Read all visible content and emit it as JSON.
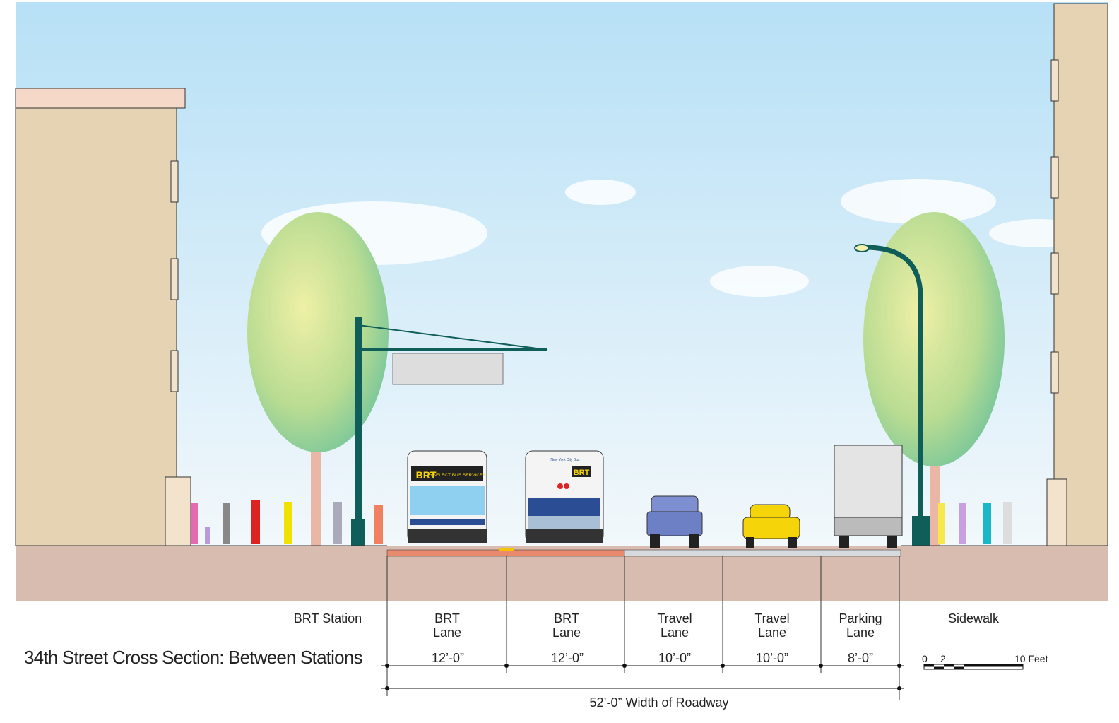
{
  "title": "34th Street Cross Section: Between Stations",
  "zones": [
    {
      "line1": "BRT Station",
      "line2": ""
    },
    {
      "line1": "BRT",
      "line2": "Lane",
      "width": "12’-0”"
    },
    {
      "line1": "BRT",
      "line2": "Lane",
      "width": "12’-0”"
    },
    {
      "line1": "Travel",
      "line2": "Lane",
      "width": "10’-0”"
    },
    {
      "line1": "Travel",
      "line2": "Lane",
      "width": "10’-0”"
    },
    {
      "line1": "Parking",
      "line2": "Lane",
      "width": "8’-0”"
    },
    {
      "line1": "Sidewalk",
      "line2": ""
    }
  ],
  "total_width": "52’-0” Width of Roadway",
  "scale": {
    "zero": "0",
    "two": "2",
    "ten": "10 Feet"
  },
  "bus_front": {
    "route": "BRT",
    "service": "+SELECT BUS SERVICE+"
  },
  "bus_rear": {
    "brand": "New York City Bus",
    "route": "BRT"
  },
  "colors": {
    "sky": "#cde9f7",
    "building": "#e6d3b4",
    "ground": "#d9bcb0",
    "brt_lane": "#e98a6e",
    "road": "#d6d9de",
    "pole": "#0f5e5a"
  }
}
